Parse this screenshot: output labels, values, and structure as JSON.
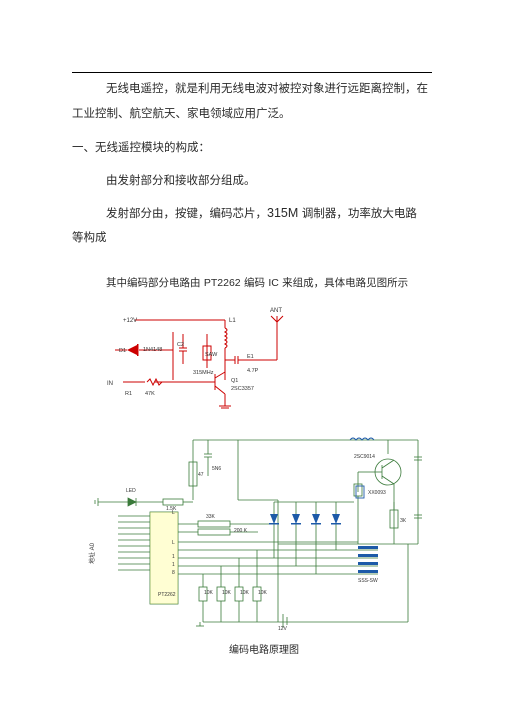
{
  "paragraphs": {
    "p1_line1": "无线电遥控，就是利用无线电波对被控对象进行远距离控制，在",
    "p1_line2": "工业控制、航空航天、家电领域应用广泛。",
    "heading1": "一、无线遥控模块的构成：",
    "p2": "由发射部分和接收部分组成。",
    "p3_line1_a": "发射部分由，按键，编码芯片，",
    "p3_line1_b": "315M",
    "p3_line1_c": " 调制器，功率放大电路",
    "p3_line2": "等构成",
    "p4_a": "其中编码部分电路由 ",
    "p4_b": "PT2262",
    "p4_c": " 编码 ",
    "p4_d": "IC",
    "p4_e": " 来组成，具体电路见图所示"
  },
  "circuit1": {
    "vcc": "+12V",
    "ant": "ANT",
    "inductor": "L1",
    "diode": "D1",
    "diode_part": "1N4148",
    "cap_c2": "C2",
    "saw": "SAW",
    "freq": "315MHz",
    "cap_e1": "E1",
    "cap_e1_val": "4.7P",
    "transistor": "Q1",
    "transistor_part": "2SC3357",
    "input": "IN",
    "resistor": "R1",
    "resistor_val": "47K"
  },
  "circuit2": {
    "ic_label": "PT2262",
    "led": "LED",
    "r_led": "1.5K",
    "r_top": "47",
    "cap_top": "5N6",
    "transistor": "2SC9014",
    "crystal": "XX0093",
    "r_right": "ЗК",
    "r_mid1": "33K",
    "r_mid2": "200 K",
    "switch_label": "SSS-SW",
    "r_bottom": [
      "10K",
      "10K",
      "10K",
      "10K"
    ],
    "vbat": "12V",
    "pin_hints": [
      "L",
      "L",
      "1",
      "1",
      "8"
    ],
    "side_label": "地址 A0"
  },
  "caption": "编码电路原理图"
}
